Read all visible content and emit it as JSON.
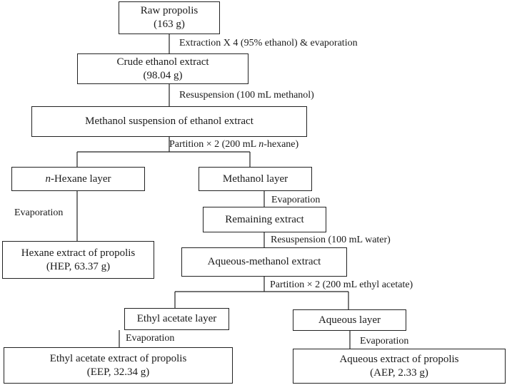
{
  "nodes": {
    "raw": {
      "line1": "Raw propolis",
      "line2": "(163 g)"
    },
    "crude": {
      "line1": "Crude ethanol extract",
      "line2": "(98.04 g)"
    },
    "methanol_susp": {
      "line1": "Methanol suspension of ethanol extract"
    },
    "hexane_layer": {
      "italic": "n",
      "rest": "-Hexane layer"
    },
    "methanol_layer": {
      "line1": "Methanol layer"
    },
    "remaining": {
      "line1": "Remaining extract"
    },
    "hep": {
      "line1": "Hexane extract of propolis",
      "line2": "(HEP, 63.37 g)"
    },
    "aq_methanol": {
      "line1": "Aqueous-methanol extract"
    },
    "ethyl_layer": {
      "line1": "Ethyl acetate layer"
    },
    "aqueous_layer": {
      "line1": "Aqueous layer"
    },
    "eep": {
      "line1": "Ethyl acetate extract of propolis",
      "line2": "(EEP, 32.34 g)"
    },
    "aep": {
      "line1": "Aqueous extract of propolis",
      "line2": "(AEP, 2.33 g)"
    }
  },
  "steps": {
    "extraction": "Extraction X 4 (95% ethanol) & evaporation",
    "resuspension_methanol": "Resuspension (100 mL methanol)",
    "partition_hexane_pre": "Partition × 2 (200 mL ",
    "partition_hexane_italic": "n",
    "partition_hexane_post": "-hexane)",
    "evaporation_hexane": "Evaporation",
    "evaporation_methanol": "Evaporation",
    "resuspension_water": "Resuspension (100 mL water)",
    "partition_ethyl": "Partition × 2 (200 mL ethyl acetate)",
    "evaporation_ethyl": "Evaporation",
    "evaporation_aqueous": "Evaporation"
  },
  "colors": {
    "line": "#222222",
    "text": "#1a1a1a"
  }
}
